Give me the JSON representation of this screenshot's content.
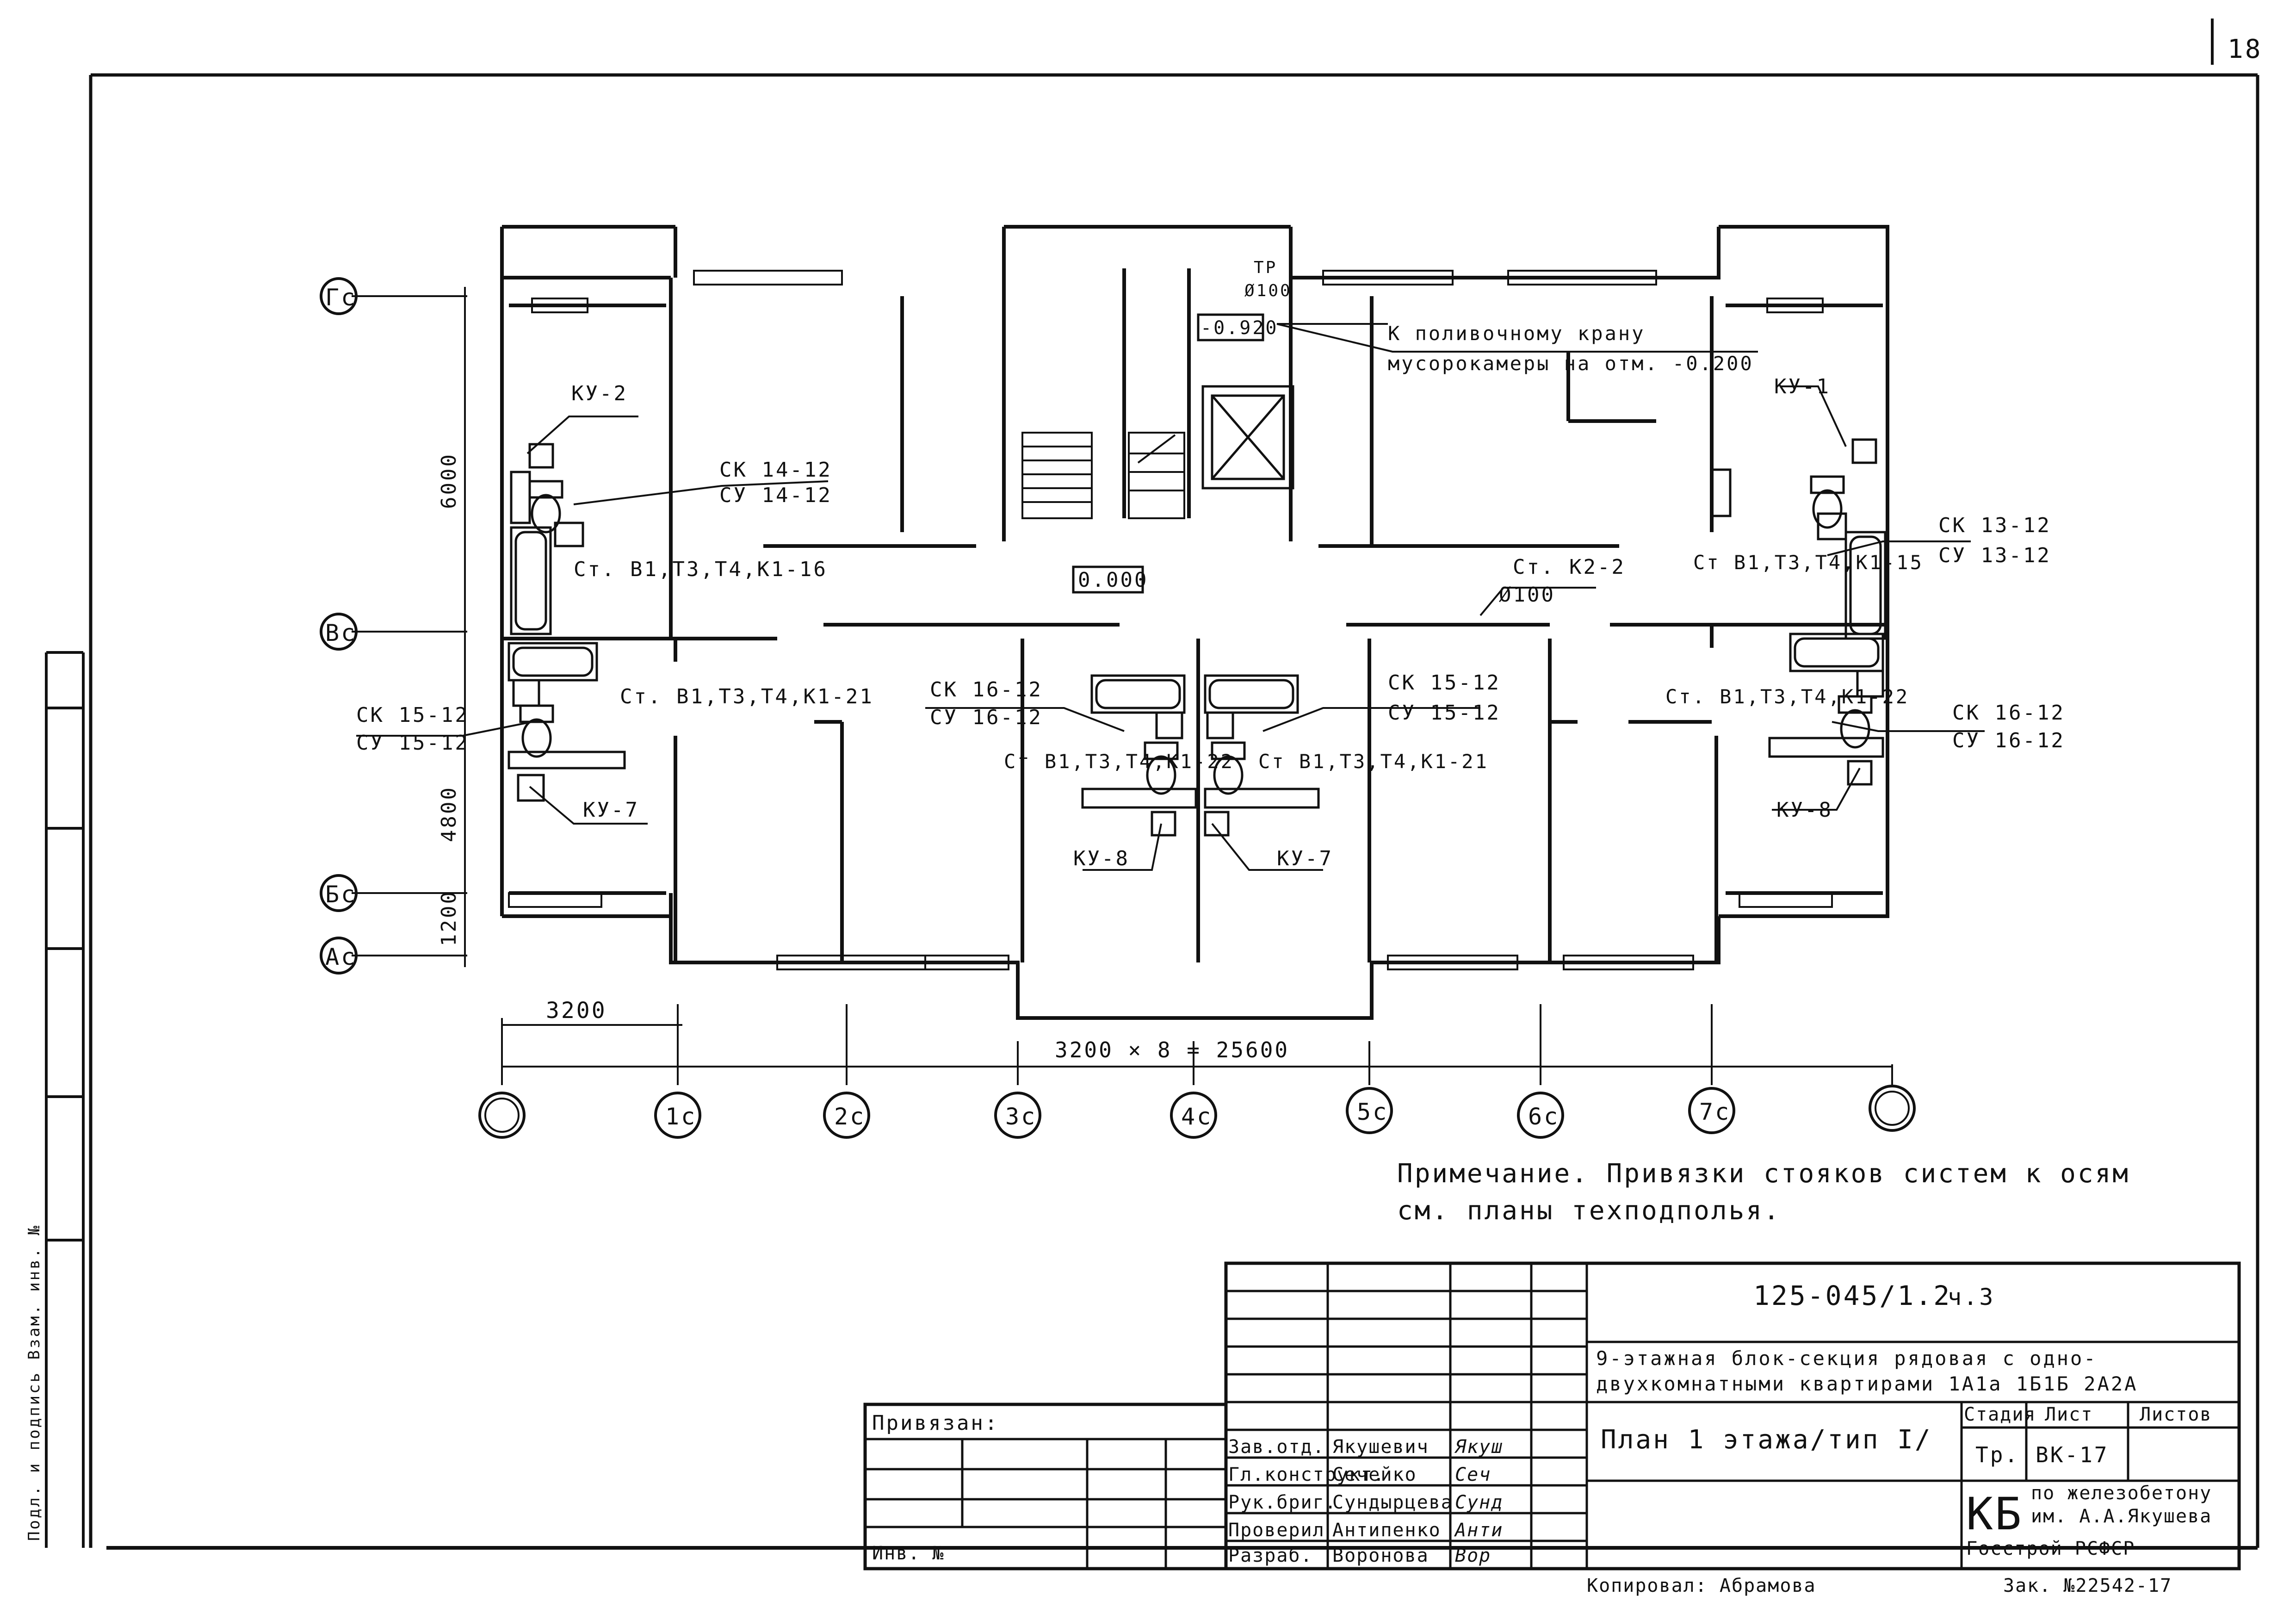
{
  "sheet_number": "18",
  "axes": {
    "letters": [
      "Гс",
      "Вс",
      "Бс",
      "Ас"
    ],
    "numbers": [
      "1с",
      "2с",
      "3с",
      "4с",
      "5с",
      "6с",
      "7с"
    ]
  },
  "dimensions": {
    "d6000": "6000",
    "d4800": "4800",
    "d1200": "1200",
    "d3200": "3200",
    "total": "3200 × 8 = 25600"
  },
  "elevations": {
    "floor": "0.000",
    "pipe_mark": "-0.920"
  },
  "labels": {
    "tp": "ТР",
    "tp_diam": "Ø100",
    "faucet_1": "К поливочному крану",
    "faucet_2": "мусорокамеры на отм. -0.200",
    "ku1": "КУ-1",
    "ku2": "КУ-2",
    "ku7_left": "КУ-7",
    "ku8_center": "КУ-8",
    "ku7_center": "КУ-7",
    "ku8_right": "КУ-8",
    "sk14": "СК 14-12",
    "su14": "СУ 14-12",
    "sk13": "СК 13-12",
    "su13": "СУ 13-12",
    "sk15_left": "СК 15-12",
    "su15_left": "СУ 15-12",
    "sk16_center": "СК 16-12",
    "su16_center": "СУ 16-12",
    "sk15_center": "СК 15-12",
    "su15_center": "СУ 15-12",
    "sk16_right": "СК 16-12",
    "su16_right": "СУ 16-12",
    "st16": "Ст. В1,Т3,Т4,К1-16",
    "st15": "Ст В1,Т3,Т4,К1-15",
    "st21_left": "Ст. В1,Т3,Т4,К1-21",
    "st22_center": "Ст В1,Т3,Т4,К1-22",
    "st21_center": "Ст В1,Т3,Т4,К1-21",
    "st22_right": "Ст. В1,Т3,Т4,К1-22",
    "stk2": "Ст. К2-2",
    "stk2_diam": "Ø100"
  },
  "note": {
    "line1": "Примечание. Привязки стояков систем к осям",
    "line2": "см. планы техподполья."
  },
  "title_block": {
    "code": "125-045/1.2",
    "part": "ч.3",
    "title_line1": "9-этажная блок-секция рядовая с одно-",
    "title_line2": "двухкомнатными квартирами 1А1а 1Б1Б 2А2А",
    "drawing_name": "План 1 этажа/тип I/",
    "col_stage": "Стадия",
    "col_sheet": "Лист",
    "col_sheets": "Листов",
    "stage": "Тр.",
    "sheet": "ВК-17",
    "org_logo": "КБ",
    "org_line1": "по железобетону",
    "org_line2": "им. А.А.Якушева",
    "org_line3": "Госстрой РСФСР",
    "bound": "Привязан:",
    "inv": "Инв. №",
    "copied": "Копировал: Абрамова",
    "format": "Зак. №22542-17"
  },
  "signatures": [
    {
      "role": "Зав.отд.",
      "name": "Якушевич",
      "sign": "Якуш"
    },
    {
      "role": "Гл.конструкт.",
      "name": "Сечейко",
      "sign": "Сеч"
    },
    {
      "role": "Рук.бриг.",
      "name": "Сундырцева",
      "sign": "Сунд"
    },
    {
      "role": "Проверил",
      "name": "Антипенко",
      "sign": "Анти"
    },
    {
      "role": "Разраб.",
      "name": "Воронова",
      "sign": "Вор"
    }
  ],
  "stamp_text": "Подл. и подпись  Взам. инв. №"
}
